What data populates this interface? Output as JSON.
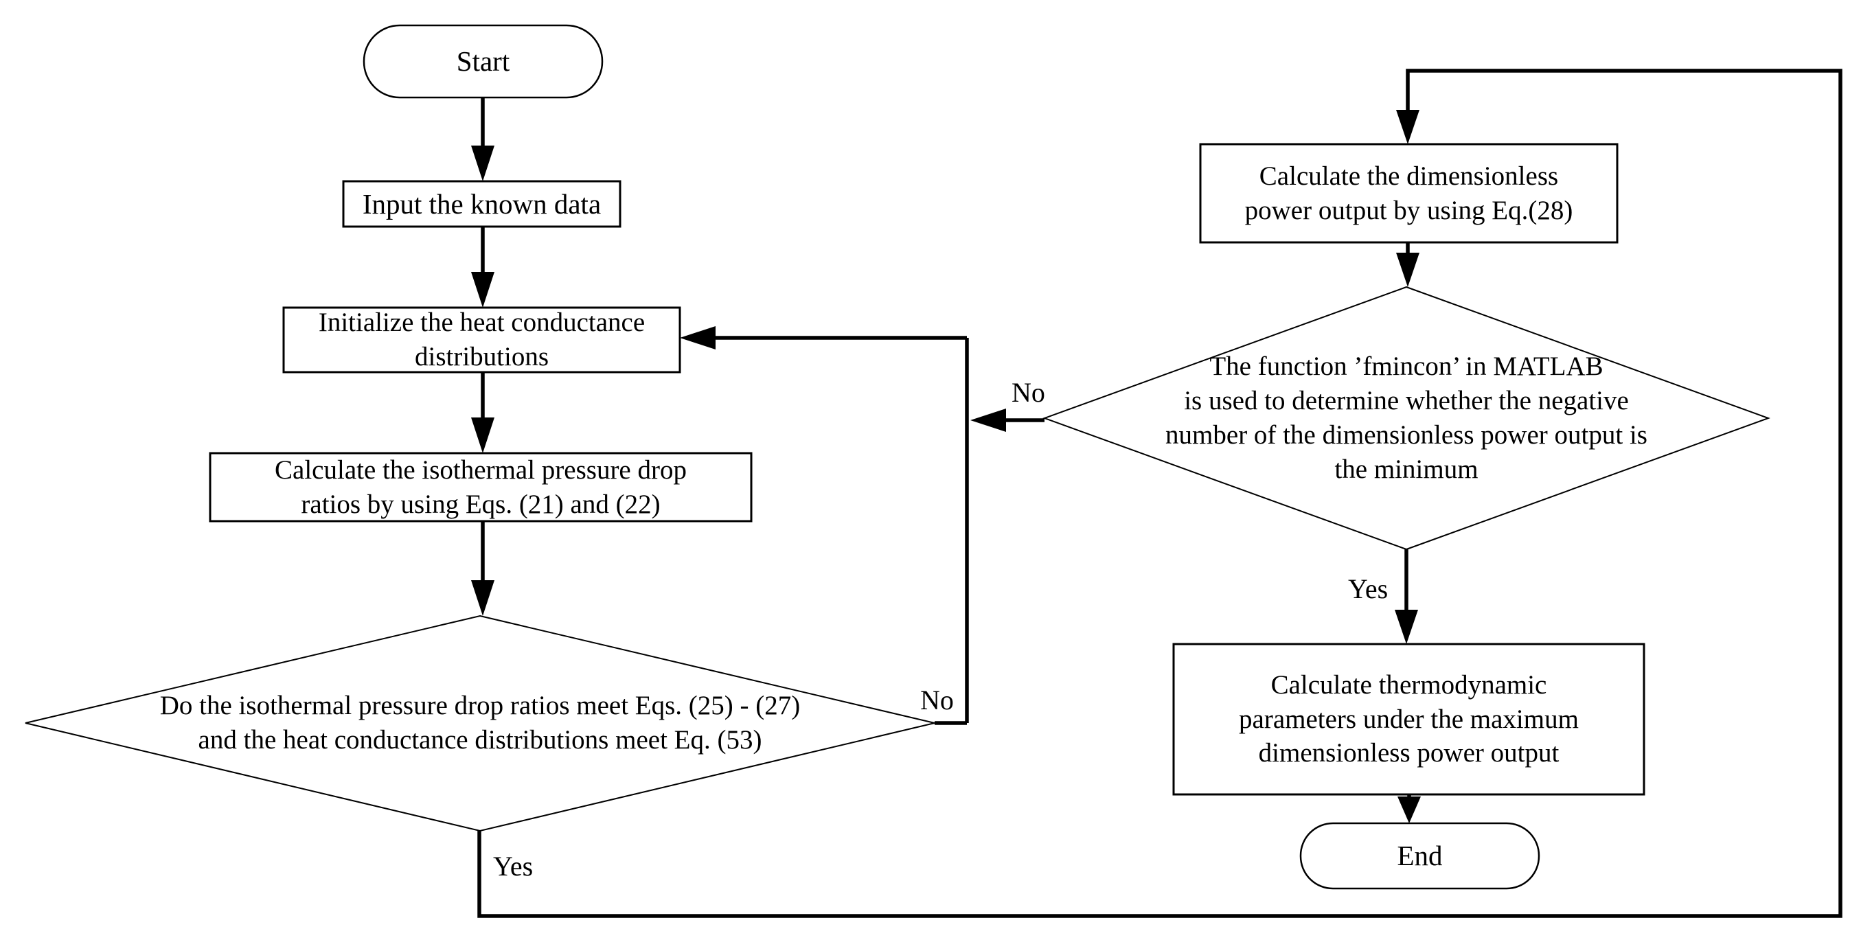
{
  "diagram": {
    "type": "flowchart",
    "background_color": "#ffffff",
    "line_color": "#000000",
    "nodes": {
      "start": {
        "shape": "stadium",
        "label": "Start"
      },
      "input_data": {
        "shape": "process",
        "label": "Input the known data"
      },
      "init_conductance": {
        "shape": "process",
        "label": "Initialize the heat conductance\ndistributions"
      },
      "calc_pressure": {
        "shape": "process",
        "label": "Calculate the isothermal pressure drop\nratios by using Eqs. (21) and (22)"
      },
      "decision_pressure": {
        "shape": "decision",
        "label": "Do the isothermal pressure drop ratios meet Eqs. (25) - (27)\nand the heat conductance distributions meet  Eq. (53)"
      },
      "calc_power": {
        "shape": "process",
        "label": "Calculate the dimensionless\npower output by using Eq.(28)"
      },
      "decision_fmincon": {
        "shape": "decision",
        "label": "The function ’fmincon’ in MATLAB\nis used to determine whether the negative\nnumber of the dimensionless power output is\nthe  minimum"
      },
      "calc_thermo": {
        "shape": "process",
        "label": "Calculate thermodynamic\nparameters under the maximum\ndimensionless power output"
      },
      "end": {
        "shape": "stadium",
        "label": "End"
      }
    },
    "edge_labels": {
      "yes_left": "Yes",
      "no_left": "No",
      "yes_right": "Yes",
      "no_right": "No"
    },
    "edges": [
      {
        "from": "start",
        "to": "input_data",
        "label": ""
      },
      {
        "from": "input_data",
        "to": "init_conductance",
        "label": ""
      },
      {
        "from": "init_conductance",
        "to": "calc_pressure",
        "label": ""
      },
      {
        "from": "calc_pressure",
        "to": "decision_pressure",
        "label": ""
      },
      {
        "from": "decision_pressure",
        "to": "calc_power",
        "label": "Yes"
      },
      {
        "from": "decision_pressure",
        "to": "init_conductance",
        "label": "No"
      },
      {
        "from": "calc_power",
        "to": "decision_fmincon",
        "label": ""
      },
      {
        "from": "decision_fmincon",
        "to": "calc_thermo",
        "label": "Yes"
      },
      {
        "from": "decision_fmincon",
        "to": "init_conductance",
        "label": "No"
      },
      {
        "from": "calc_thermo",
        "to": "end",
        "label": ""
      }
    ]
  }
}
